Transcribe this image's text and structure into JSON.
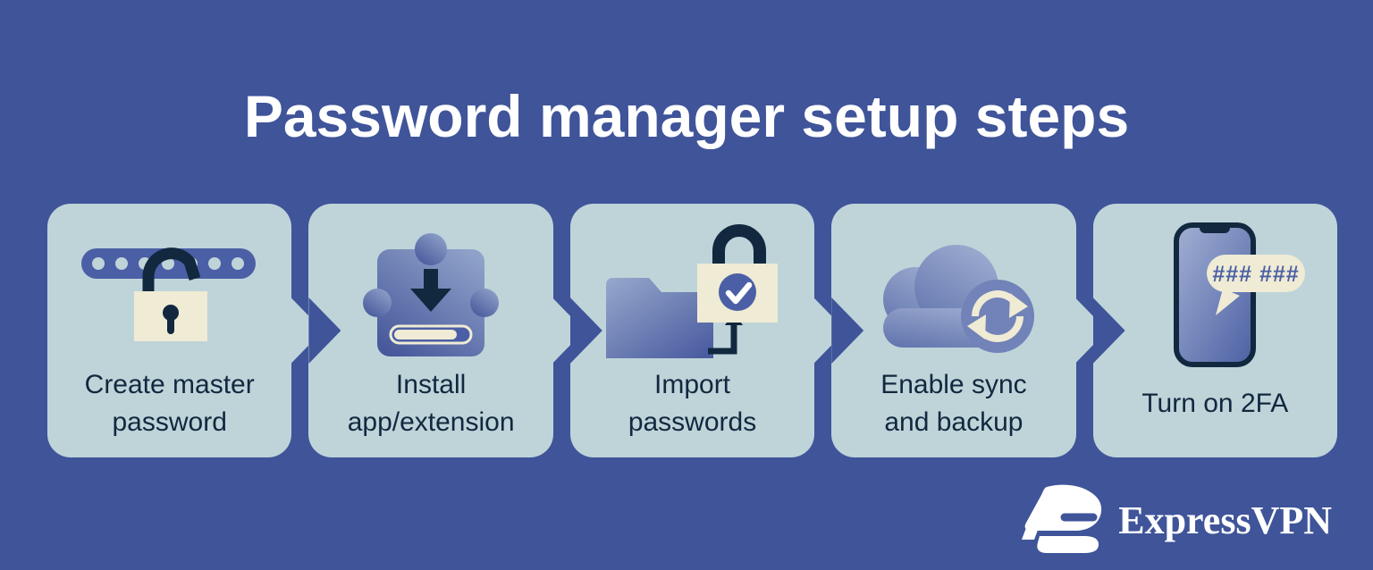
{
  "title": "Password manager setup steps",
  "steps": [
    {
      "label": "Create master\npassword",
      "icon": "password-field-lock-icon"
    },
    {
      "label": "Install\napp/extension",
      "icon": "puzzle-download-icon"
    },
    {
      "label": "Import\npasswords",
      "icon": "folder-import-lock-icon"
    },
    {
      "label": "Enable sync\nand backup",
      "icon": "cloud-sync-icon"
    },
    {
      "label": "Turn on 2FA",
      "icon": "phone-2fa-icon",
      "bubble_text": "### ###"
    }
  ],
  "brand": {
    "name": "ExpressVPN",
    "icon": "expressvpn-logo-icon"
  },
  "colors": {
    "bg": "#3F5499",
    "card": "#BED4D9",
    "navy": "#11283F",
    "cream": "#EFEBD4",
    "blue": "#4A5FA5",
    "blue-light": "#93A5CC",
    "white": "#FFFFFF"
  }
}
